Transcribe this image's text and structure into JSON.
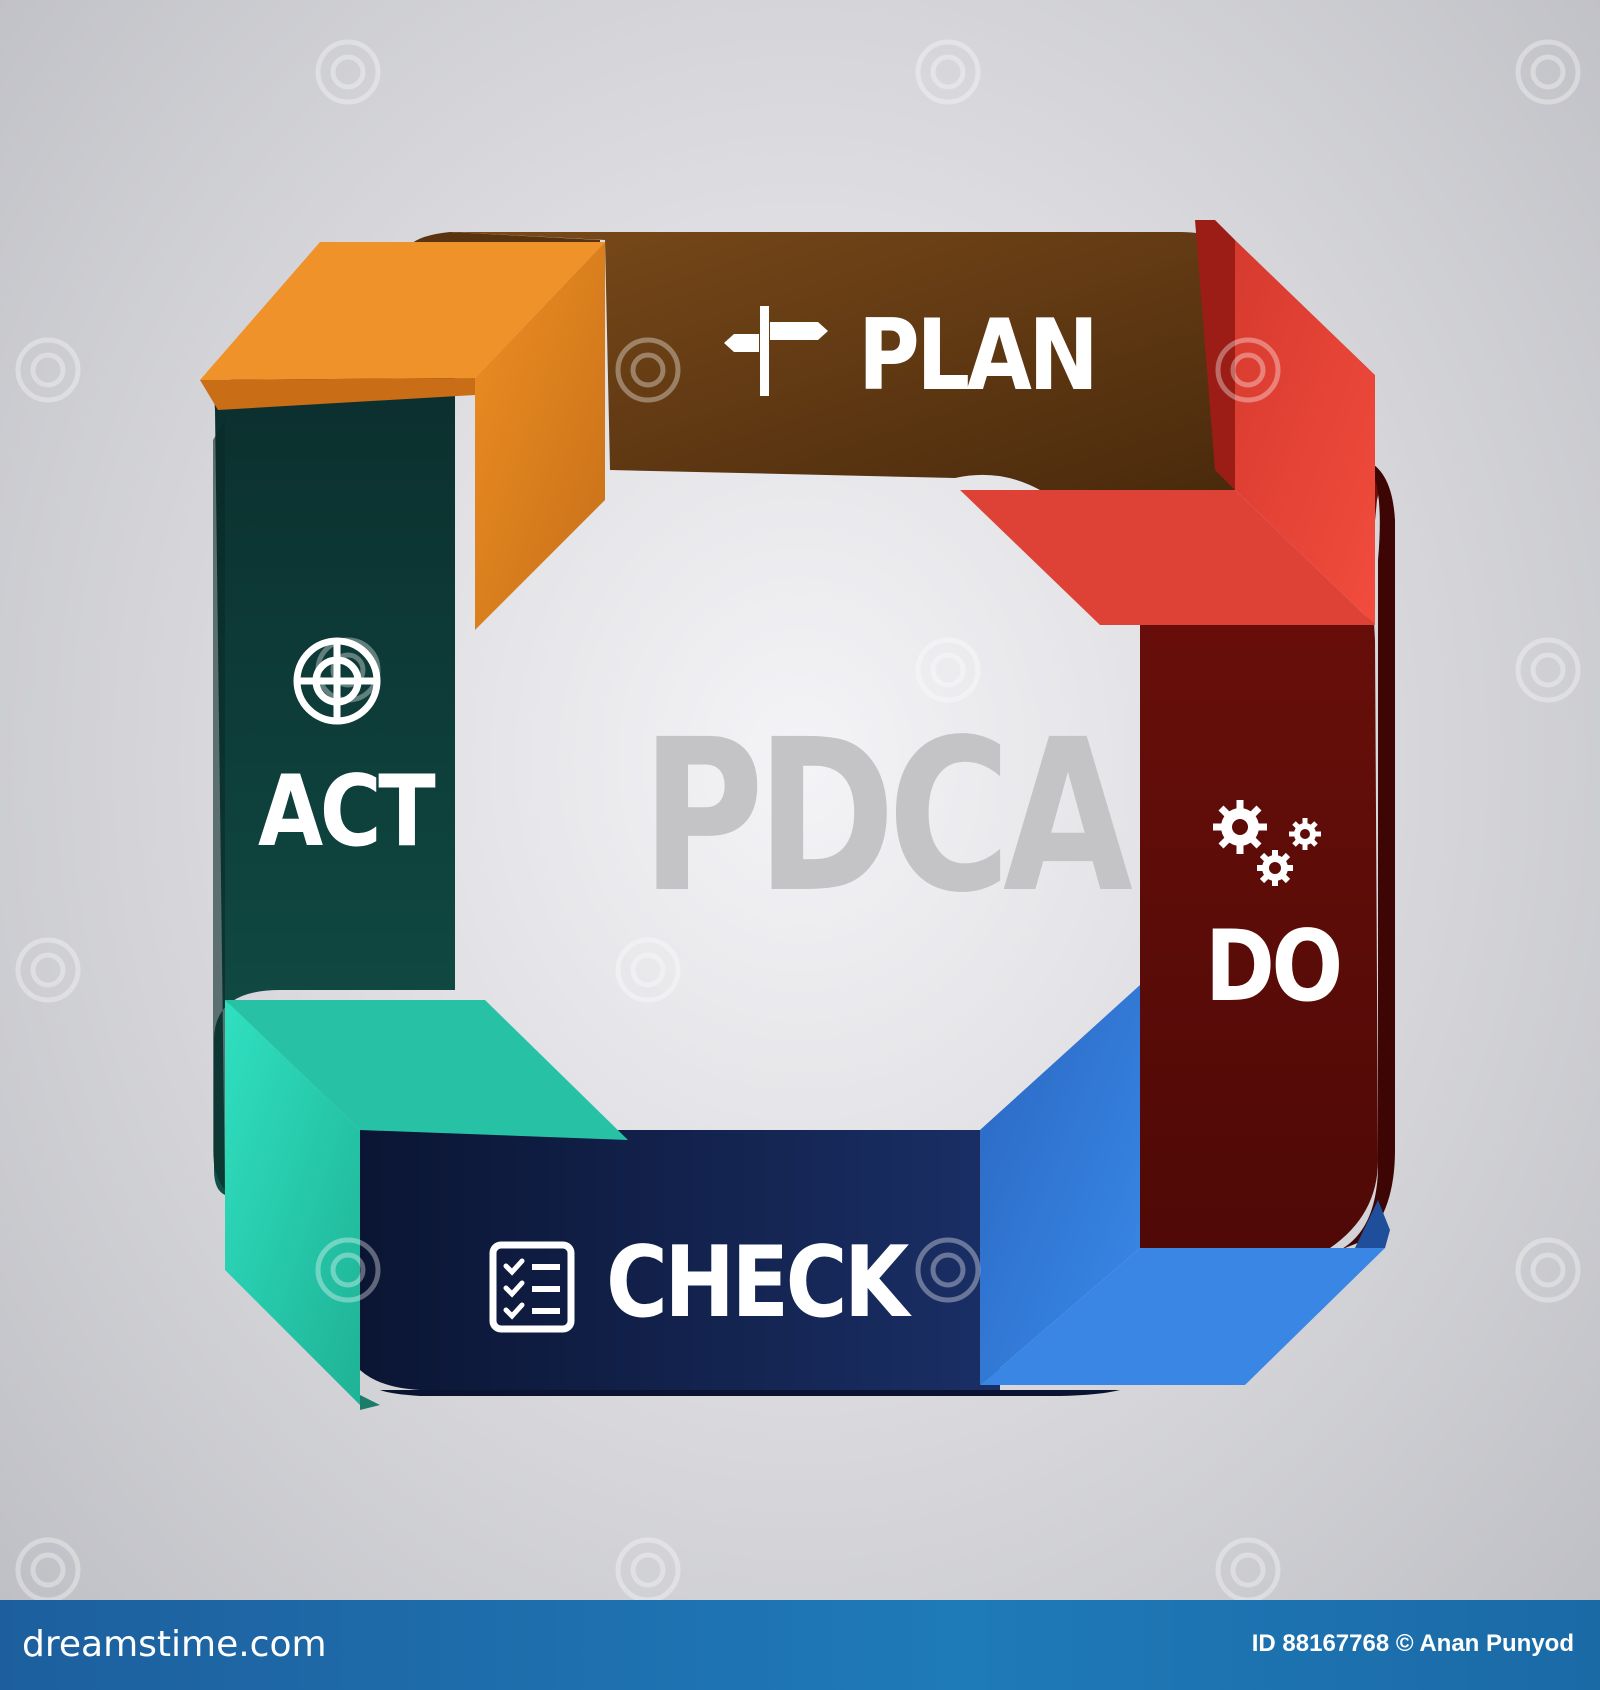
{
  "diagram": {
    "center_title": "PDCA",
    "stages": [
      {
        "id": "plan",
        "label": "PLAN",
        "icon": "signpost-icon",
        "color": "#6b3f15"
      },
      {
        "id": "do",
        "label": "DO",
        "icon": "gears-icon",
        "color": "#6a0e0a"
      },
      {
        "id": "check",
        "label": "CHECK",
        "icon": "checklist-icon",
        "color": "#13234f"
      },
      {
        "id": "act",
        "label": "ACT",
        "icon": "target-icon",
        "color": "#0f4440"
      }
    ],
    "fold_colors": {
      "act_to_plan": "#e8891f",
      "plan_to_do": "#e8463a",
      "do_to_check": "#2f74d4",
      "check_to_act": "#27c9ae"
    }
  },
  "footer": {
    "site": "dreamstime.com",
    "credit": "ID 88167768 © Anan Punyod"
  }
}
